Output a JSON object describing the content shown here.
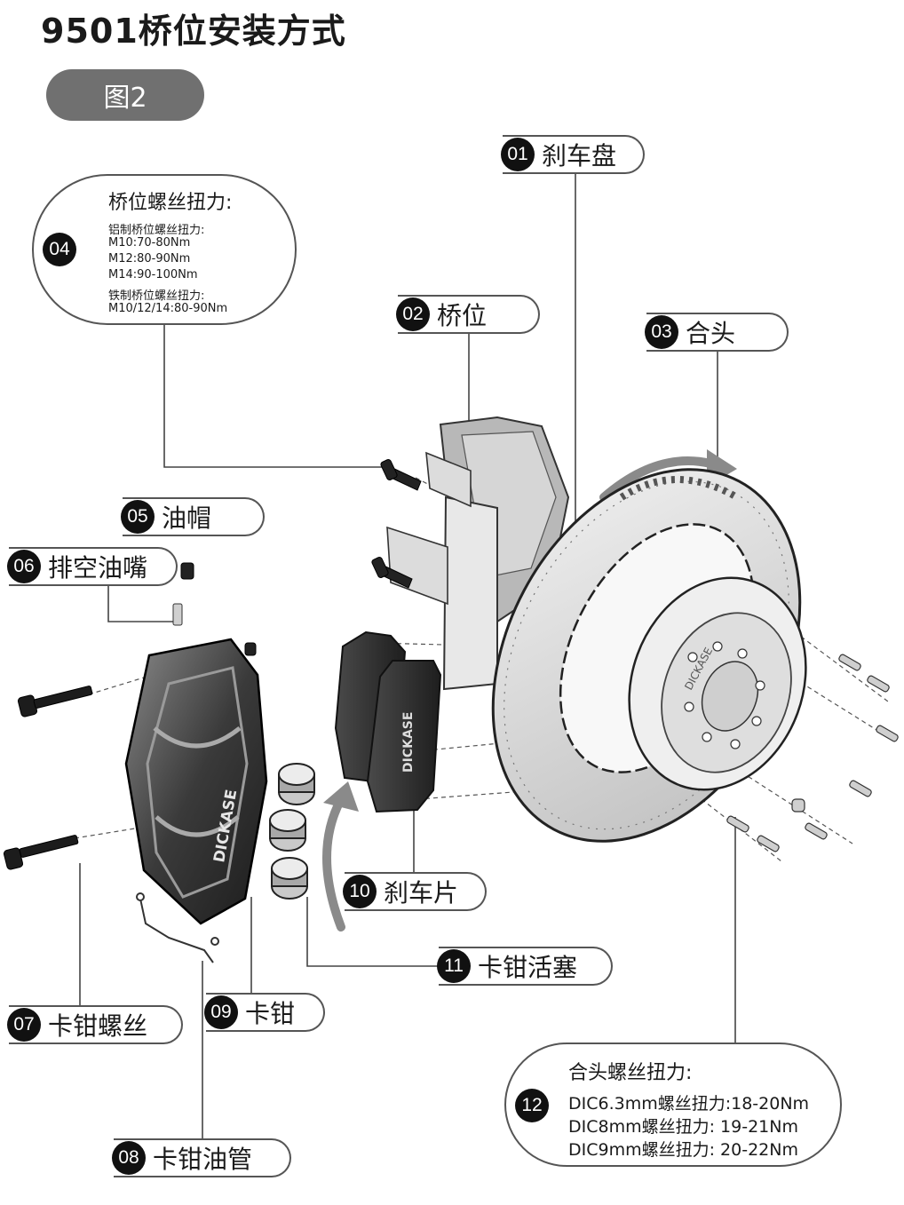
{
  "title": "9501桥位安装方式",
  "figure_label": "图2",
  "callouts": [
    {
      "num": "01",
      "label": "刹车盘"
    },
    {
      "num": "02",
      "label": "桥位"
    },
    {
      "num": "03",
      "label": "合头"
    },
    {
      "num": "05",
      "label": "油帽"
    },
    {
      "num": "06",
      "label": "排空油嘴"
    },
    {
      "num": "07",
      "label": "卡钳螺丝"
    },
    {
      "num": "08",
      "label": "卡钳油管"
    },
    {
      "num": "09",
      "label": "卡钳"
    },
    {
      "num": "10",
      "label": "刹车片"
    },
    {
      "num": "11",
      "label": "卡钳活塞"
    }
  ],
  "spec04": {
    "num": "04",
    "heading": "桥位螺丝扭力:",
    "lines": [
      "铝制桥位螺丝扭力:",
      "M10:70-80Nm",
      "M12:80-90Nm",
      "M14:90-100Nm",
      "铁制桥位螺丝扭力:",
      "M10/12/14:80-90Nm"
    ]
  },
  "spec12": {
    "num": "12",
    "heading": "合头螺丝扭力:",
    "lines": [
      "DIC6.3mm螺丝扭力:18-20Nm",
      "DIC8mm螺丝扭力:  19-21Nm",
      "DIC9mm螺丝扭力:  20-22Nm"
    ]
  },
  "brand_marks": [
    "DICKASE",
    "DICKASE",
    "DICKASE"
  ]
}
